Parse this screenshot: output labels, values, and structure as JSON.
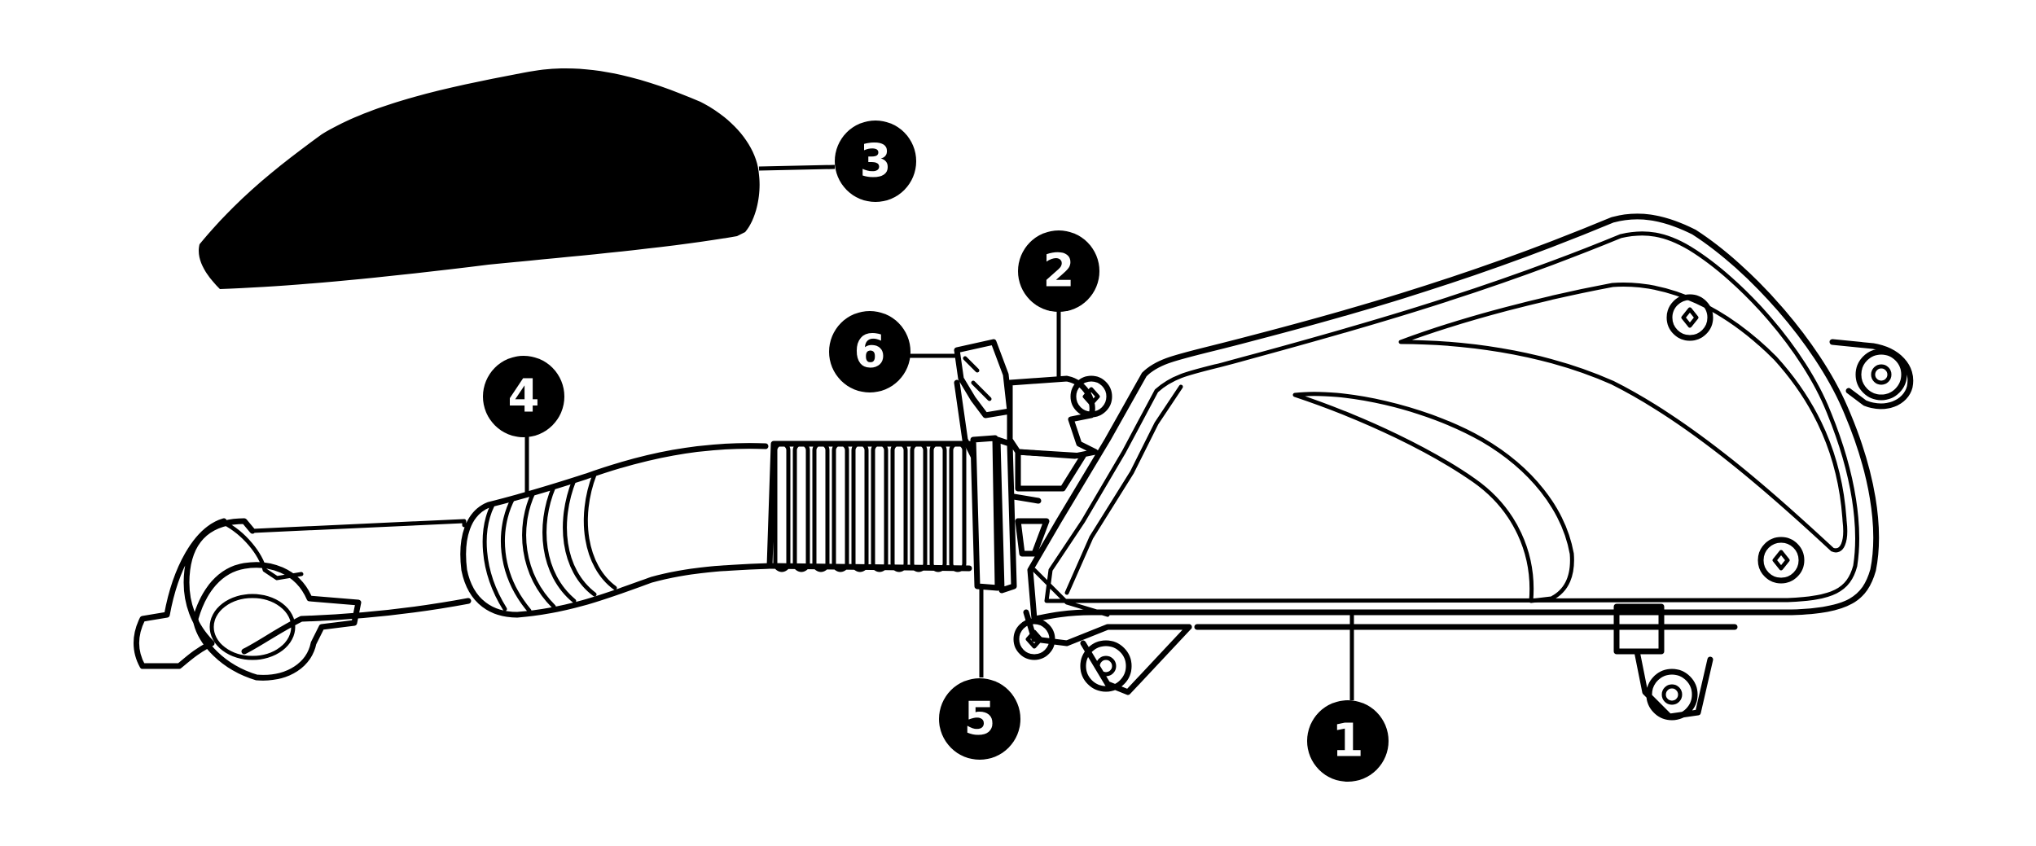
{
  "callouts": [
    {
      "id": "1",
      "label": "1"
    },
    {
      "id": "2",
      "label": "2"
    },
    {
      "id": "3",
      "label": "3"
    },
    {
      "id": "4",
      "label": "4"
    },
    {
      "id": "5",
      "label": "5"
    },
    {
      "id": "6",
      "label": "6"
    }
  ],
  "colors": {
    "ink": "#000000",
    "background": "#ffffff"
  }
}
